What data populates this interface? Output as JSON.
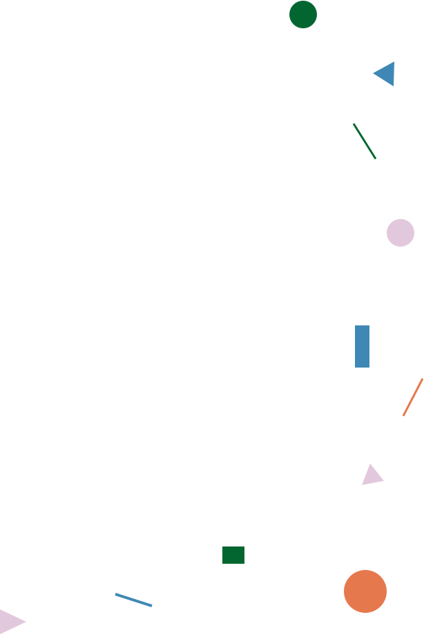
{
  "colors": {
    "background": "#ffffff",
    "green": "#036630",
    "blue": "#3f88b5",
    "pink": "#e2c8dd",
    "orange": "#e6784d"
  },
  "shapes": [
    {
      "name": "green-circle",
      "kind": "circle",
      "color": "green"
    },
    {
      "name": "blue-triangle",
      "kind": "triangle",
      "color": "blue"
    },
    {
      "name": "green-line",
      "kind": "line",
      "color": "green"
    },
    {
      "name": "pink-circle",
      "kind": "circle",
      "color": "pink"
    },
    {
      "name": "blue-rectangle",
      "kind": "rectangle",
      "color": "blue"
    },
    {
      "name": "orange-line",
      "kind": "line",
      "color": "orange"
    },
    {
      "name": "pink-triangle",
      "kind": "triangle",
      "color": "pink"
    },
    {
      "name": "green-square",
      "kind": "rectangle",
      "color": "green"
    },
    {
      "name": "orange-circle",
      "kind": "circle",
      "color": "orange"
    },
    {
      "name": "blue-line",
      "kind": "line",
      "color": "blue"
    },
    {
      "name": "pink-triangle-corner",
      "kind": "triangle",
      "color": "pink"
    }
  ]
}
